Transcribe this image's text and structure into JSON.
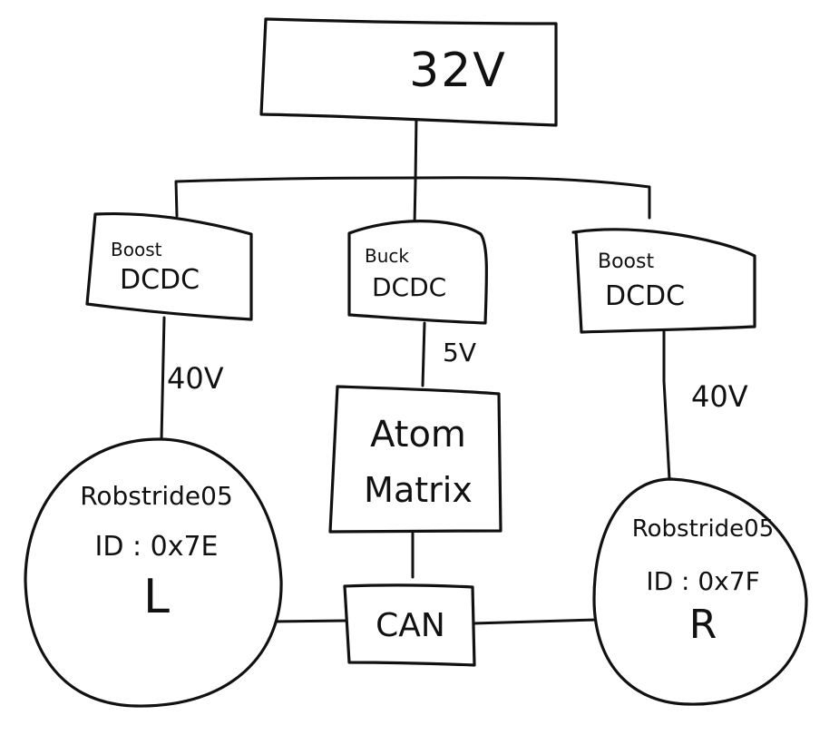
{
  "diagram": {
    "style": "hand-drawn block diagram",
    "stroke_color": "#111111",
    "background": "#ffffff",
    "nodes": {
      "power_source": {
        "label": "32V"
      },
      "boost_left": {
        "line1": "Boost",
        "line2": "DCDC"
      },
      "buck_center": {
        "line1": "Buck",
        "line2": "DCDC"
      },
      "boost_right": {
        "line1": "Boost",
        "line2": "DCDC"
      },
      "controller": {
        "line1": "Atom",
        "line2": "Matrix"
      },
      "can_bus": {
        "label": "CAN"
      },
      "motor_left": {
        "line1": "Robstride05",
        "line2": "ID : 0x7E",
        "line3": "L"
      },
      "motor_right": {
        "line1": "Robstride05",
        "line2": "ID : 0x7F",
        "line3": "R"
      }
    },
    "edge_labels": {
      "left_output": "40V",
      "center_output": "5V",
      "right_output": "40V"
    },
    "edges": [
      {
        "from": "32V",
        "to": "Boost DCDC (left)"
      },
      {
        "from": "32V",
        "to": "Buck DCDC"
      },
      {
        "from": "32V",
        "to": "Boost DCDC (right)"
      },
      {
        "from": "Boost DCDC (left)",
        "to": "Robstride05 ID:0x7E L",
        "label": "40V"
      },
      {
        "from": "Buck DCDC",
        "to": "Atom Matrix",
        "label": "5V"
      },
      {
        "from": "Boost DCDC (right)",
        "to": "Robstride05 ID:0x7F R",
        "label": "40V"
      },
      {
        "from": "Atom Matrix",
        "to": "CAN"
      },
      {
        "from": "CAN",
        "to": "Robstride05 ID:0x7E L"
      },
      {
        "from": "CAN",
        "to": "Robstride05 ID:0x7F R"
      }
    ]
  }
}
